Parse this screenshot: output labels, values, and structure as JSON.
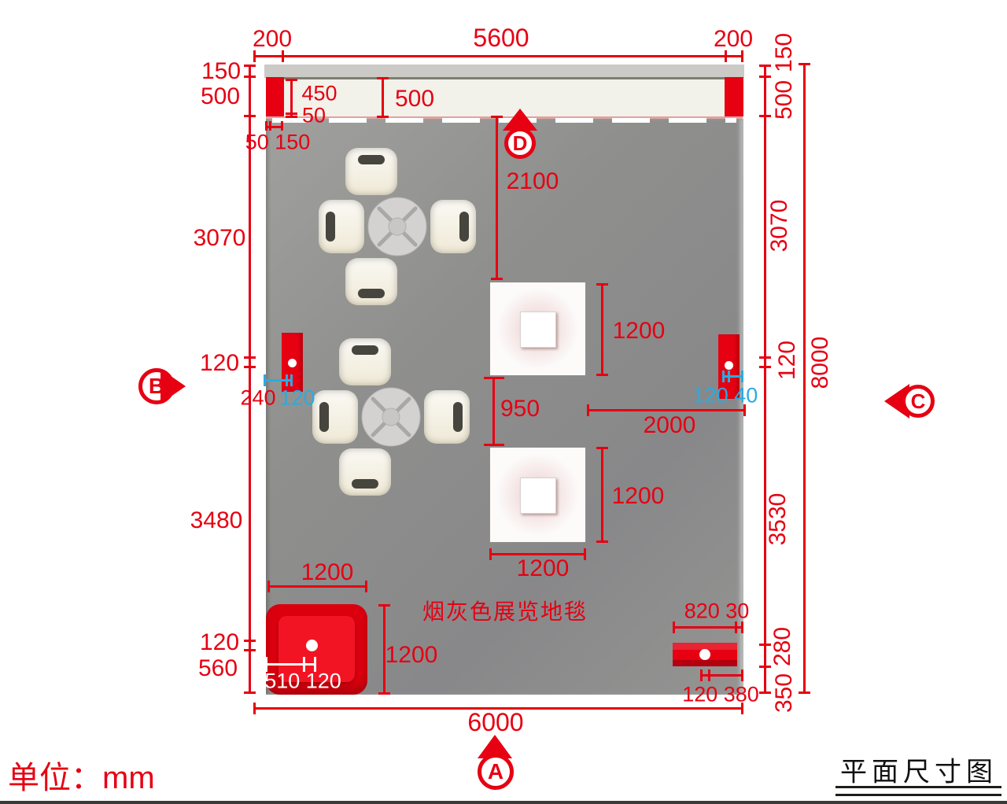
{
  "footer": {
    "units_label": "单位：mm",
    "title": "平面尺寸图"
  },
  "carpet": {
    "label": "烟灰色展览地毯"
  },
  "markers": {
    "a": "A",
    "b": "B",
    "c": "C",
    "d": "D"
  },
  "colors": {
    "dim_red": "#e60012",
    "dim_cyan": "#29abe2",
    "carpet_gray": "#8f8f8d",
    "counter_white": "#f2f1ea"
  },
  "dims": {
    "top_left_200": "200",
    "top_5600": "5600",
    "top_right_200": "200",
    "inner_450": "450",
    "inner_50": "50",
    "inner_500": "500",
    "inner_50_150": "50 150",
    "left_150": "150",
    "left_500": "500",
    "left_3070": "3070",
    "left_120_upper": "120",
    "left_3480": "3480",
    "left_120_lower": "120",
    "left_560": "560",
    "right_150": "150",
    "right_500": "500",
    "right_3070": "3070",
    "right_120": "120",
    "right_3530": "3530",
    "right_280": "280",
    "right_350": "350",
    "right_total_8000": "8000",
    "center_2100": "2100",
    "center_950": "950",
    "center_2000": "2000",
    "square_top_1200": "1200",
    "square_bottom_1200": "1200",
    "square_width_1200": "1200",
    "pillar_left_240": "240",
    "pillar_left_120": "120",
    "pillar_right_120_40": "120 40",
    "sofa_width_1200": "1200",
    "sofa_height_1200": "1200",
    "sofa_inner_510_120": "510 120",
    "counter_820_30": "820 30",
    "counter_120_380": "120 380",
    "bottom_6000": "6000"
  }
}
